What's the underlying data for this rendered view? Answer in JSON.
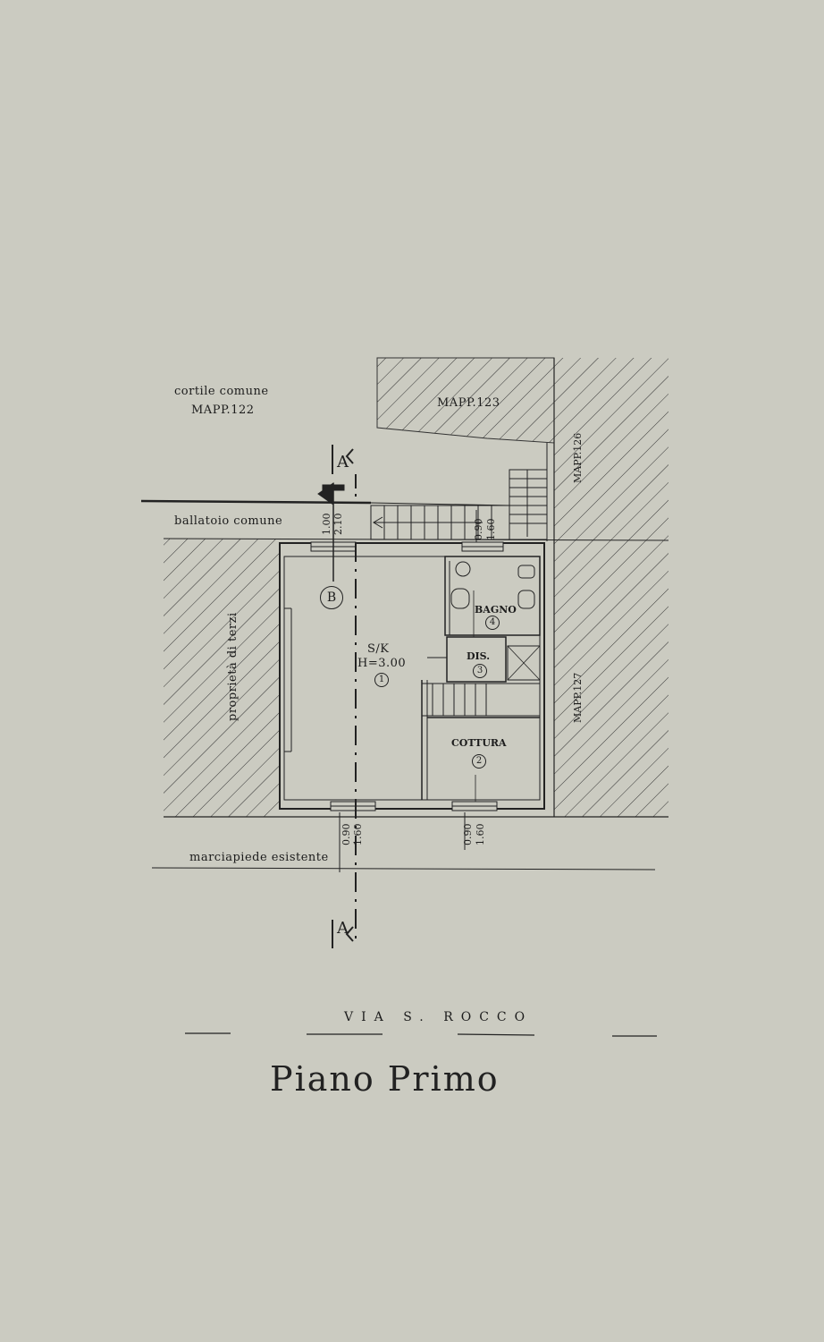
{
  "labels": {
    "cortile": "cortile comune",
    "mapp122": "MAPP.122",
    "mapp123": "MAPP.123",
    "mapp126": "MAPP.126",
    "mapp127": "MAPP.127",
    "ballatoio": "ballatoio comune",
    "proprieta": "proprietà di terzi",
    "marciapiede": "marciapiede esistente",
    "section_a_top": "A",
    "section_a_bottom": "A",
    "marker_b": "B"
  },
  "rooms": [
    {
      "name": "S/K",
      "height": "H=3.00",
      "number": "1"
    },
    {
      "name": "COTTURA",
      "number": "2"
    },
    {
      "name": "DIS.",
      "number": "3"
    },
    {
      "name": "BAGNO",
      "number": "4"
    }
  ],
  "dims": {
    "door_top_left_1": "1.00",
    "door_top_left_2": "2.10",
    "door_top_right_1": "0.90",
    "door_top_right_2": "1.60",
    "win_bottom_left_1": "0.90",
    "win_bottom_left_2": "1.60",
    "win_bottom_right_1": "0.90",
    "win_bottom_right_2": "1.60"
  },
  "street": "VIA S. ROCCO",
  "title": "Piano Primo"
}
